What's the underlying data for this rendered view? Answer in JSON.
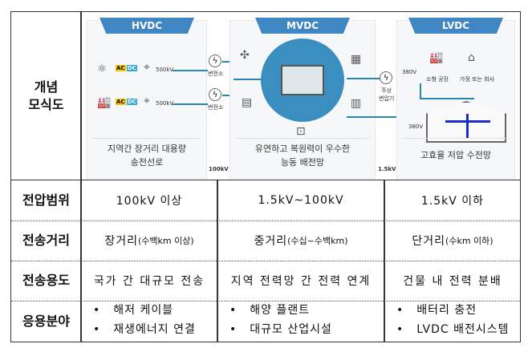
{
  "row_headers": [
    "개념\n모식도",
    "전압범위",
    "전송거리",
    "전송용도",
    "응용분야"
  ],
  "diagram": {
    "hvdc": {
      "title": "HVDC",
      "caption": "지역간 장거리 대용량\n송전선로",
      "ac": "AC",
      "dc": "DC",
      "voltage": "500kV",
      "substation": "변전소"
    },
    "mvdc": {
      "title": "MVDC",
      "caption": "유연하고 복원력이 우수한\n능동 배전망"
    },
    "lvdc": {
      "title": "LVDC",
      "caption": "고효율 저압 수전망",
      "v380": "380V",
      "factory": "소형 공장",
      "home": "가정 또는 회사",
      "transformer": "주상\n변압기"
    },
    "boundary_100kv": "100kV",
    "boundary_15kv": "1.5kV"
  },
  "voltage": [
    "100kV 이상",
    "1.5kV~100kV",
    "1.5kV 이하"
  ],
  "distance": [
    {
      "main": "장거리",
      "sub": "(수백km 이상)"
    },
    {
      "main": "중거리",
      "sub": "(수십~수백km)"
    },
    {
      "main": "단거리",
      "sub": "(수km 이하)"
    }
  ],
  "usage": [
    "국가 간 대규모 전송",
    "지역 전력망 간 전력 연계",
    "건물 내 전력 분배"
  ],
  "applications": [
    [
      "해저 케이블",
      "재생에너지 연결"
    ],
    [
      "해양 플랜트",
      "대규모 산업시설"
    ],
    [
      "배터리 충전",
      "LVDC 배전시스템"
    ]
  ],
  "colors": {
    "tab": "#3f86c2",
    "line": "#2a86b0",
    "ac": "#f5c400",
    "dc": "#2fa8e0"
  }
}
